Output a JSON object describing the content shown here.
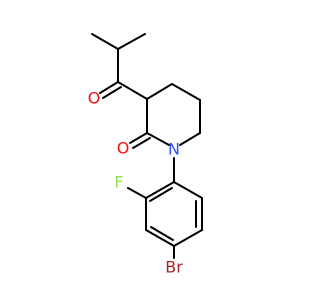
{
  "molecule": {
    "atoms": {
      "oxygen_ketone": "O",
      "oxygen_amide": "O",
      "nitrogen": "N",
      "fluorine": "F",
      "bromine": "Br"
    }
  },
  "colors": {
    "oxygen": "#ff0d0d",
    "nitrogen": "#3050f8",
    "fluorine": "#90e050",
    "bromine": "#a62929",
    "bond": "#000000",
    "background": "#ffffff"
  }
}
